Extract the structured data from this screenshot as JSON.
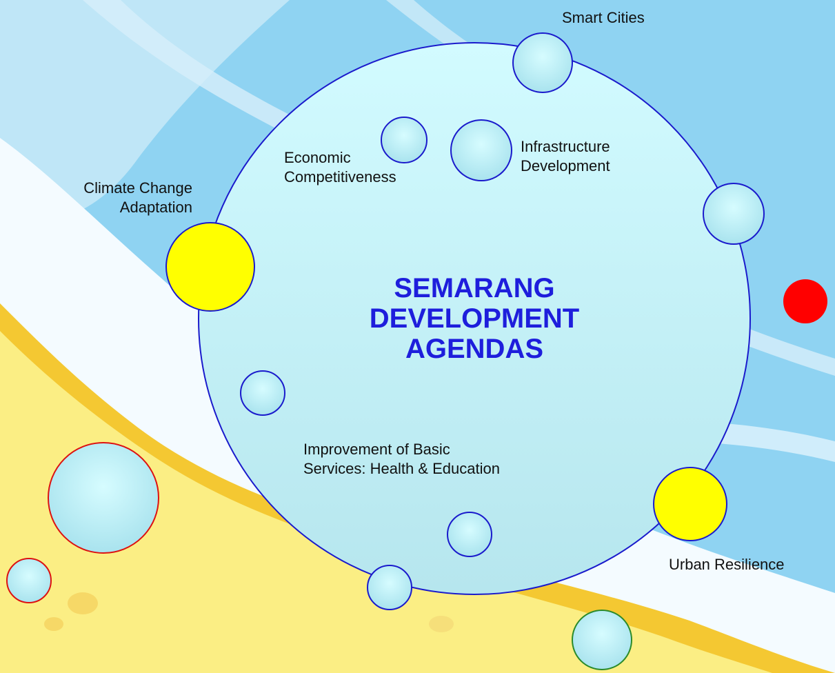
{
  "colors": {
    "sky": "#8fd3f2",
    "sky_light": "#c9ebf8",
    "sand": "#fbee84",
    "sand_band": "#f4c832",
    "white_wave": "#f4fbff",
    "main_circle_fill": "#c6f6fa",
    "outline_blue": "#1a1acc",
    "title_blue": "#1e1edc",
    "yellow_node": "#ffff00",
    "red_node": "#ff0000",
    "red_outline": "#dd1111",
    "green_outline": "#2a8a2a"
  },
  "title": {
    "line1": "SEMARANG",
    "line2": "DEVELOPMENT",
    "line3": "AGENDAS"
  },
  "labels": {
    "smart_cities": "Smart Cities",
    "economic_line1": "Economic",
    "economic_line2": "Competitiveness",
    "infrastructure_line1": "Infrastructure",
    "infrastructure_line2": "Development",
    "climate_line1": "Climate Change",
    "climate_line2": "Adaptation",
    "basic_services_line1": "Improvement of Basic",
    "basic_services_line2": "Services: Health & Education",
    "urban_resilience": "Urban Resilience"
  }
}
